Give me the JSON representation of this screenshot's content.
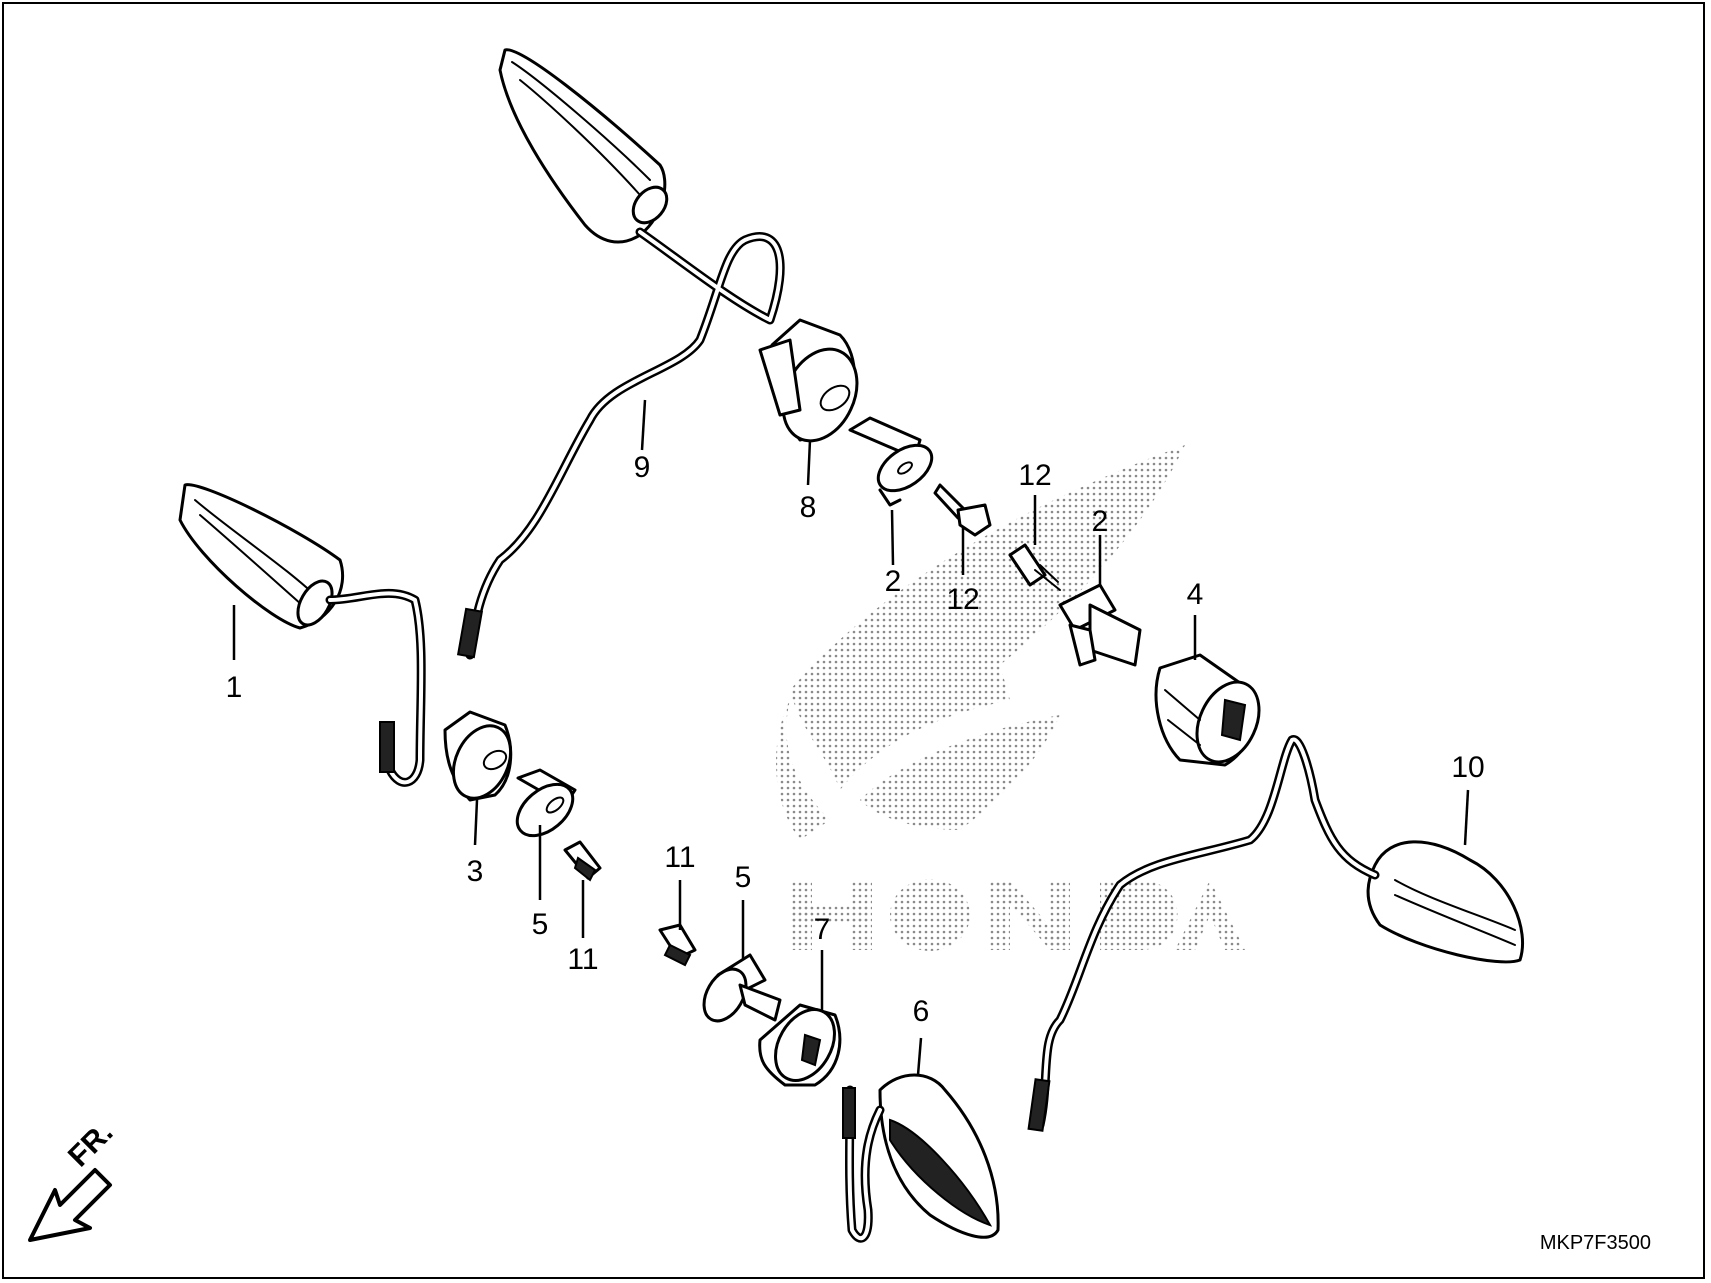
{
  "diagram": {
    "drawing_code": "MKP7F3500",
    "front_marker": "FR.",
    "watermark_text": "HONDA",
    "callouts": [
      {
        "id": "c1",
        "label": "1"
      },
      {
        "id": "c2a",
        "label": "2"
      },
      {
        "id": "c2b",
        "label": "2"
      },
      {
        "id": "c3",
        "label": "3"
      },
      {
        "id": "c4",
        "label": "4"
      },
      {
        "id": "c5a",
        "label": "5"
      },
      {
        "id": "c5b",
        "label": "5"
      },
      {
        "id": "c6",
        "label": "6"
      },
      {
        "id": "c7",
        "label": "7"
      },
      {
        "id": "c8",
        "label": "8"
      },
      {
        "id": "c9",
        "label": "9"
      },
      {
        "id": "c10",
        "label": "10"
      },
      {
        "id": "c11a",
        "label": "11"
      },
      {
        "id": "c11b",
        "label": "11"
      },
      {
        "id": "c12a",
        "label": "12"
      },
      {
        "id": "c12b",
        "label": "12"
      }
    ],
    "colors": {
      "line": "#000000",
      "background": "#ffffff",
      "watermark": "#9a9a9a"
    }
  }
}
